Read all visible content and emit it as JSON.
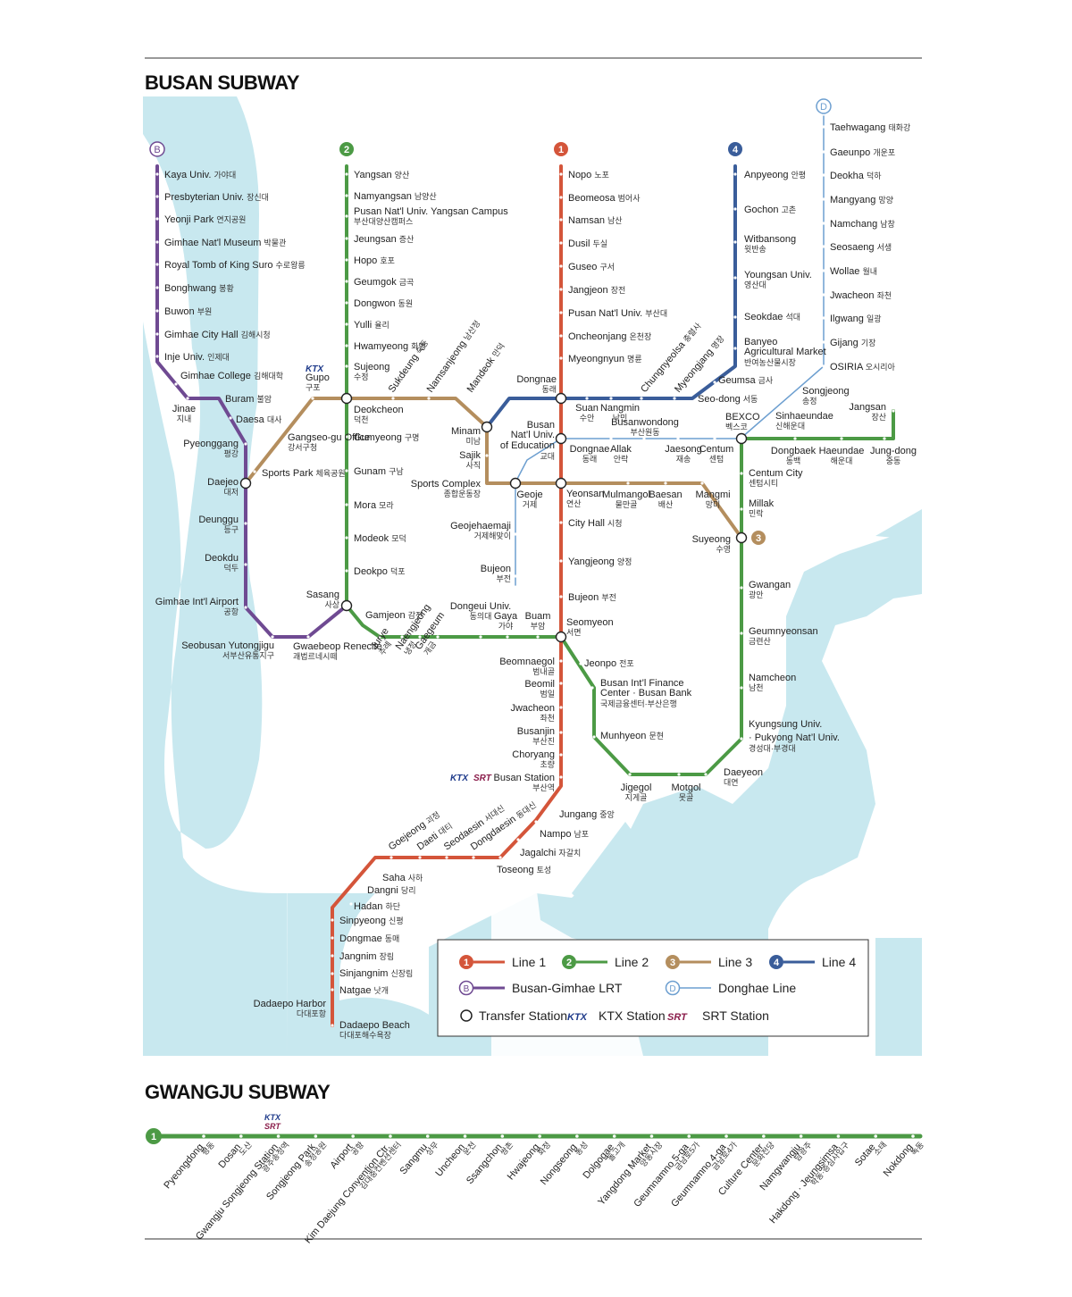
{
  "busan": {
    "title": "BUSAN SUBWAY",
    "line1": {
      "badge": "1",
      "color": "#d4553a",
      "stations": [
        [
          "Nopo",
          "노포"
        ],
        [
          "Beomeosa",
          "범어사"
        ],
        [
          "Namsan",
          "남산"
        ],
        [
          "Dusil",
          "두실"
        ],
        [
          "Guseo",
          "구서"
        ],
        [
          "Jangjeon",
          "장전"
        ],
        [
          "Pusan Nat'l Univ.",
          "부산대"
        ],
        [
          "Oncheonjang",
          "온천장"
        ],
        [
          "Myeongnyun",
          "명륜"
        ],
        [
          "Dongnae",
          "동래"
        ],
        [
          "Busan Nat'l Univ. of Education",
          "교대"
        ],
        [
          "Yeonsan",
          "연산"
        ],
        [
          "City Hall",
          "시청"
        ],
        [
          "Yangjeong",
          "양정"
        ],
        [
          "Bujeon",
          "부전"
        ],
        [
          "Seomyeon",
          "서면"
        ],
        [
          "Beomnaegol",
          "범내골"
        ],
        [
          "Beomil",
          "범일"
        ],
        [
          "Jwacheon",
          "좌천"
        ],
        [
          "Busanjin",
          "부산진"
        ],
        [
          "Choryang",
          "초량"
        ],
        [
          "Busan Station",
          "부산역"
        ],
        [
          "Jungang",
          "중앙"
        ],
        [
          "Nampo",
          "남포"
        ],
        [
          "Jagalchi",
          "자갈치"
        ],
        [
          "Toseong",
          "토성"
        ],
        [
          "Dongdaesin",
          "동대신"
        ],
        [
          "Seodaesin",
          "서대신"
        ],
        [
          "Daeti",
          "대티"
        ],
        [
          "Goejeong",
          "괴정"
        ],
        [
          "Saha",
          "사하"
        ],
        [
          "Dangni",
          "당리"
        ],
        [
          "Hadan",
          "하단"
        ],
        [
          "Sinpyeong",
          "신평"
        ],
        [
          "Dongmae",
          "동매"
        ],
        [
          "Jangnim",
          "장림"
        ],
        [
          "Sinjangnim",
          "신장림"
        ],
        [
          "Natgae",
          "낫개"
        ],
        [
          "Dadaepo Harbor",
          "다대포항"
        ],
        [
          "Dadaepo Beach",
          "다대포해수욕장"
        ]
      ]
    },
    "line2": {
      "badge": "2",
      "color": "#4c9a45",
      "stations": [
        [
          "Yangsan",
          "양산"
        ],
        [
          "Namyangsan",
          "남양산"
        ],
        [
          "Pusan Nat'l Univ. Yangsan Campus",
          "부산대양산캠퍼스"
        ],
        [
          "Jeungsan",
          "증산"
        ],
        [
          "Hopo",
          "호포"
        ],
        [
          "Geumgok",
          "금곡"
        ],
        [
          "Dongwon",
          "동원"
        ],
        [
          "Yulli",
          "율리"
        ],
        [
          "Hwamyeong",
          "화명"
        ],
        [
          "Sujeong",
          "수정"
        ],
        [
          "Deokcheon",
          "덕천"
        ],
        [
          "Gumyeong",
          "구명"
        ],
        [
          "Gunam",
          "구남"
        ],
        [
          "Mora",
          "모라"
        ],
        [
          "Modeok",
          "모덕"
        ],
        [
          "Deokpo",
          "덕포"
        ],
        [
          "Sasang",
          "사상"
        ],
        [
          "Gamjeon",
          "감전"
        ],
        [
          "Jurye",
          "주례"
        ],
        [
          "Naengjeong",
          "냉정"
        ],
        [
          "Gaegeum",
          "개금"
        ],
        [
          "Dongeui Univ.",
          "동의대"
        ],
        [
          "Gaya",
          "가야"
        ],
        [
          "Buam",
          "부암"
        ],
        [
          "Seomyeon",
          "서면"
        ],
        [
          "Jeonpo",
          "전포"
        ],
        [
          "Busan Int'l Finance Center · Busan Bank",
          "국제금융센터·부산은행"
        ],
        [
          "Munhyeon",
          "문현"
        ],
        [
          "Jigegol",
          "지게골"
        ],
        [
          "Motgol",
          "못골"
        ],
        [
          "Daeyeon",
          "대연"
        ],
        [
          "Kyungsung Univ. · Pukyong Nat'l Univ.",
          "경성대·부경대"
        ],
        [
          "Namcheon",
          "남천"
        ],
        [
          "Geumnyeonsan",
          "금련산"
        ],
        [
          "Gwangan",
          "광안"
        ],
        [
          "Suyeong",
          "수영"
        ],
        [
          "Millak",
          "민락"
        ],
        [
          "Centum City",
          "센텀시티"
        ],
        [
          "BEXCO",
          "벡스코"
        ],
        [
          "Dongbaek",
          "동백"
        ],
        [
          "Haeundae",
          "해운대"
        ],
        [
          "Jung-dong",
          "중동"
        ],
        [
          "Jangsan",
          "장산"
        ]
      ]
    },
    "line3": {
      "badge": "3",
      "color": "#b48e5e",
      "stations": [
        [
          "Suyeong",
          "수영"
        ],
        [
          "Mangmi",
          "망미"
        ],
        [
          "Baesan",
          "배산"
        ],
        [
          "Mulmangol",
          "물만골"
        ],
        [
          "Yeonsan",
          "연산"
        ],
        [
          "Geoje",
          "거제"
        ],
        [
          "Sports Complex",
          "종합운동장"
        ],
        [
          "Sajik",
          "사직"
        ],
        [
          "Minam",
          "미남"
        ],
        [
          "Mandeok",
          "만덕"
        ],
        [
          "Namsanjeong",
          "남산정"
        ],
        [
          "Sukdeung",
          "숙등"
        ],
        [
          "Deokcheon",
          "덕천"
        ],
        [
          "Gupo",
          "구포"
        ],
        [
          "Gangseo-gu Office",
          "강서구청"
        ],
        [
          "Sports Park",
          "체육공원"
        ],
        [
          "Daejeo",
          "대저"
        ]
      ]
    },
    "line4": {
      "badge": "4",
      "color": "#3a5d9a",
      "stations": [
        [
          "Anpyeong",
          "안평"
        ],
        [
          "Gochon",
          "고촌"
        ],
        [
          "Witbansong",
          "윗반송"
        ],
        [
          "Youngsan Univ.",
          "영산대"
        ],
        [
          "Seokdae",
          "석대"
        ],
        [
          "Banyeo Agricultural Market",
          "반여농산물시장"
        ],
        [
          "Geumsa",
          "금사"
        ],
        [
          "Seo-dong",
          "서동"
        ],
        [
          "Myeongjang",
          "명장"
        ],
        [
          "Chungnyeolsa",
          "충렬사"
        ],
        [
          "Nangmin",
          "낙민"
        ],
        [
          "Suan",
          "수안"
        ],
        [
          "Minam",
          "미남"
        ]
      ]
    },
    "lrt": {
      "badge": "B",
      "color": "#6f4a92",
      "stations": [
        [
          "Kaya Univ.",
          "가야대"
        ],
        [
          "Presbyterian Univ.",
          "장신대"
        ],
        [
          "Yeonji Park",
          "연지공원"
        ],
        [
          "Gimhae Nat'l Museum",
          "박물관"
        ],
        [
          "Royal Tomb of King Suro",
          "수로왕릉"
        ],
        [
          "Bonghwang",
          "봉황"
        ],
        [
          "Buwon",
          "부원"
        ],
        [
          "Gimhae City Hall",
          "김해시청"
        ],
        [
          "Inje Univ.",
          "인제대"
        ],
        [
          "Gimhae College",
          "김해대학"
        ],
        [
          "Jinae",
          "지내"
        ],
        [
          "Buram",
          "불암"
        ],
        [
          "Daesa",
          "대사"
        ],
        [
          "Pyeonggang",
          "평강"
        ],
        [
          "Daejeo",
          "대저"
        ],
        [
          "Deunggu",
          "등구"
        ],
        [
          "Deokdu",
          "덕두"
        ],
        [
          "Gimhae Int'l Airport",
          "공항"
        ],
        [
          "Seobusan Yutongjigu",
          "서부산유통지구"
        ],
        [
          "Gwaebeop Renecite",
          "괘법르네시떼"
        ],
        [
          "Sasang",
          "사상"
        ]
      ]
    },
    "donghae": {
      "badge": "D",
      "color": "#6d9fd0",
      "stations": [
        [
          "Taehwagang",
          "태화강"
        ],
        [
          "Gaeunpo",
          "개운포"
        ],
        [
          "Deokha",
          "덕하"
        ],
        [
          "Mangyang",
          "망양"
        ],
        [
          "Namchang",
          "남창"
        ],
        [
          "Seosaeng",
          "서생"
        ],
        [
          "Wollae",
          "월내"
        ],
        [
          "Jwacheon",
          "좌천"
        ],
        [
          "Ilgwang",
          "일광"
        ],
        [
          "Gijang",
          "기장"
        ],
        [
          "OSIRIA",
          "오시리아"
        ],
        [
          "Songjeong",
          "송정"
        ],
        [
          "Sinhaeundae",
          "신해운대"
        ],
        [
          "BEXCO",
          "벡스코"
        ],
        [
          "Jaesong",
          "재송"
        ],
        [
          "Centum",
          "센텀"
        ],
        [
          "Busanwondong",
          "부산원동"
        ],
        [
          "Allak",
          "안락"
        ],
        [
          "Dongnae",
          "동래"
        ],
        [
          "Busan Nat'l Univ. of Education",
          "교대"
        ],
        [
          "Geoje",
          "거제"
        ],
        [
          "Geojehaemaji",
          "거제해맞이"
        ],
        [
          "Bujeon",
          "부전"
        ]
      ]
    },
    "rail_marks": {
      "ktx": "KTX",
      "srt": "SRT"
    },
    "legend": {
      "line1": "Line 1",
      "line2": "Line 2",
      "line3": "Line 3",
      "line4": "Line 4",
      "lrt": "Busan-Gimhae LRT",
      "donghae": "Donghae Line",
      "transfer": "Transfer Station",
      "ktx": "KTX Station",
      "srt": "SRT Station"
    },
    "colors": {
      "water": "#c8e8ef",
      "land": "#ffffff"
    }
  },
  "gwangju": {
    "title": "GWANGJU SUBWAY",
    "badge": "1",
    "color": "#4c9a45",
    "stations": [
      [
        "Pyeongdong",
        "평동"
      ],
      [
        "Dosan",
        "도산"
      ],
      [
        "Gwangju Songjeong Station",
        "광주송정역"
      ],
      [
        "Songjeong Park",
        "송정공원"
      ],
      [
        "Airport",
        "공항"
      ],
      [
        "Kim Daejung Convention Ctr.",
        "김대중컨벤션센터"
      ],
      [
        "Sangmu",
        "상무"
      ],
      [
        "Uncheon",
        "운천"
      ],
      [
        "Ssangchon",
        "쌍촌"
      ],
      [
        "Hwajeong",
        "화정"
      ],
      [
        "Nongseong",
        "농성"
      ],
      [
        "Dolgogae",
        "돌고개"
      ],
      [
        "Yangdong Market",
        "양동시장"
      ],
      [
        "Geumnamno 5-ga",
        "금남로5가"
      ],
      [
        "Geumnamno 4-ga",
        "금남로4가"
      ],
      [
        "Culture Center",
        "문화전당"
      ],
      [
        "Namgwangju",
        "남광주"
      ],
      [
        "Hakdong · Jeungsimsa",
        "학동·증심사입구"
      ],
      [
        "Sotae",
        "소태"
      ],
      [
        "Nokdong",
        "녹동"
      ]
    ]
  }
}
